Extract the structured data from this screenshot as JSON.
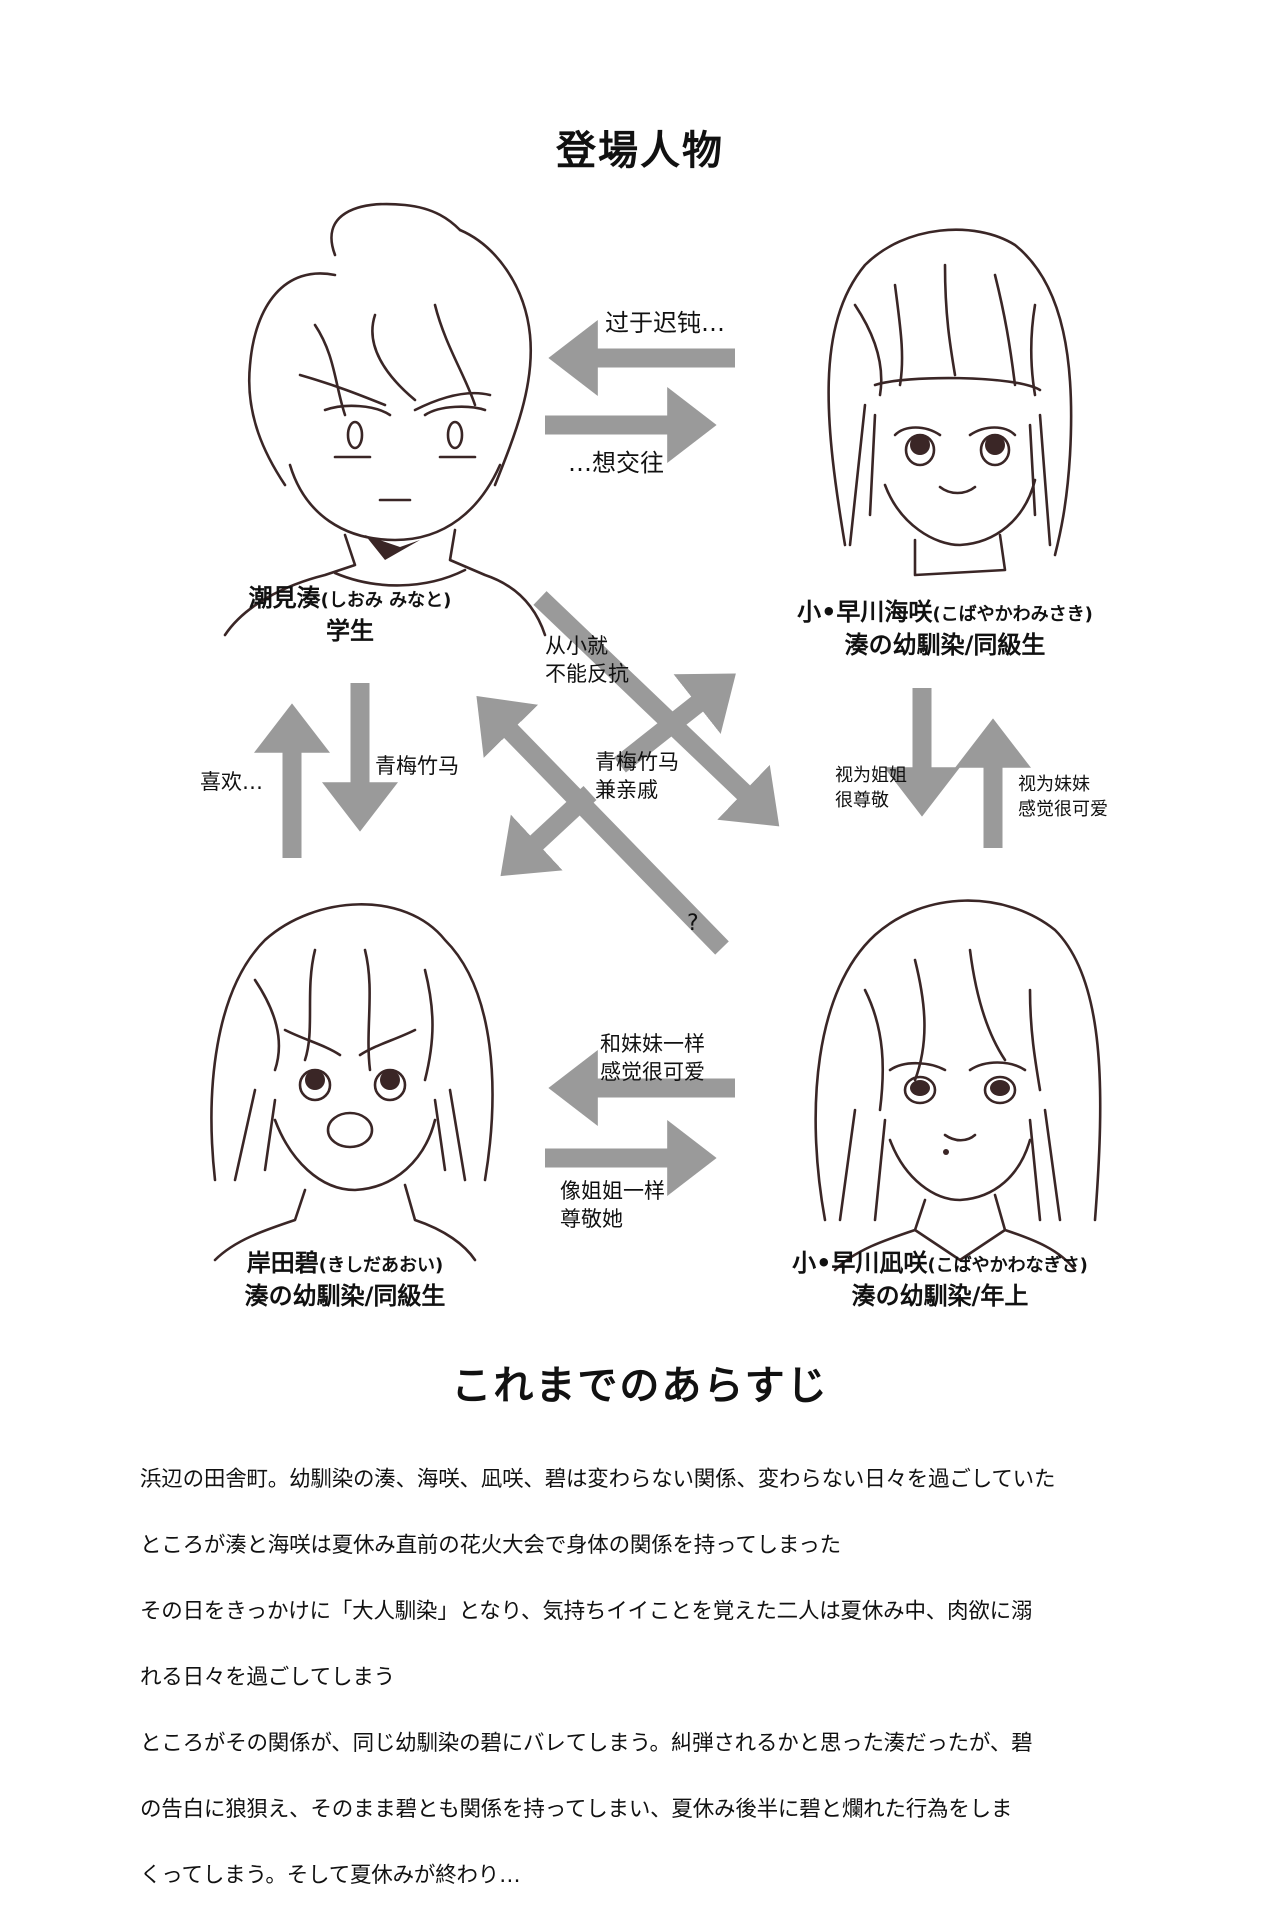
{
  "page": {
    "title": "登場人物",
    "colors": {
      "arrow": "#9a9a9a",
      "sketch_line": "#3a2626",
      "text": "#111111",
      "background": "#ffffff"
    }
  },
  "characters": [
    {
      "id": "minato",
      "name": "潮見湊",
      "reading": "(しおみ みなと)",
      "role": "学生",
      "position": "top-left"
    },
    {
      "id": "misaki",
      "name": "小•早川海咲",
      "reading": "(こばやかわみさき)",
      "role": "湊の幼馴染/同級生",
      "position": "top-right"
    },
    {
      "id": "aoi",
      "name": "岸田碧",
      "reading": "(きしだあおい)",
      "role": "湊の幼馴染/同級生",
      "position": "bottom-left"
    },
    {
      "id": "nagisa",
      "name": "小•早川凪咲",
      "reading": "(こばやかわなぎさ)",
      "role": "湊の幼馴染/年上",
      "position": "bottom-right"
    }
  ],
  "relations": {
    "misaki_to_minato": "过于迟钝…",
    "minato_to_misaki": "…想交往",
    "aoi_to_minato": "喜欢…",
    "minato_to_aoi": "青梅竹马",
    "minato_to_nagisa": [
      "从小就",
      "不能反抗"
    ],
    "aoi_misaki_cross": [
      "青梅竹马",
      "兼亲戚"
    ],
    "nagisa_to_minato_question": "?",
    "misaki_to_nagisa": [
      "视为姐姐",
      "很尊敬"
    ],
    "nagisa_to_misaki": [
      "视为妹妹",
      "感觉很可爱"
    ],
    "nagisa_to_aoi": [
      "和妹妹一样",
      "感觉很可爱"
    ],
    "aoi_to_nagisa": [
      "像姐姐一样",
      "尊敬她"
    ]
  },
  "synopsis": {
    "title": "これまでのあらすじ",
    "lines": [
      "浜辺の田舎町。幼馴染の湊、海咲、凪咲、碧は変わらない関係、変わらない日々を過ごしていた",
      "ところが湊と海咲は夏休み直前の花火大会で身体の関係を持ってしまった",
      "その日をきっかけに「大人馴染」となり、気持ちイイことを覚えた二人は夏休み中、肉欲に溺",
      "れる日々を過ごしてしまう",
      "ところがその関係が、同じ幼馴染の碧にバレてしまう。糾弾されるかと思った湊だったが、碧",
      "の告白に狼狽え、そのまま碧とも関係を持ってしまい、夏休み後半に碧と爛れた行為をしま",
      "くってしまう。そして夏休みが終わり…"
    ]
  }
}
